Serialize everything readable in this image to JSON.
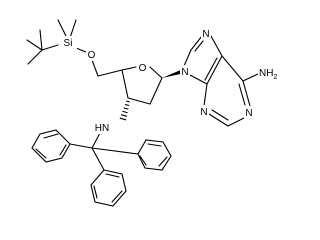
{
  "molecule": {
    "labels": {
      "si": "Si",
      "o_silyl": "O",
      "o_ring": "O",
      "n9": "N",
      "n7": "N",
      "n3": "N",
      "n1": "N",
      "nh2_main": "NH",
      "nh2_sub": "2",
      "hn": "HN"
    }
  },
  "colors": {
    "bond": "#000000",
    "background": "#ffffff"
  }
}
